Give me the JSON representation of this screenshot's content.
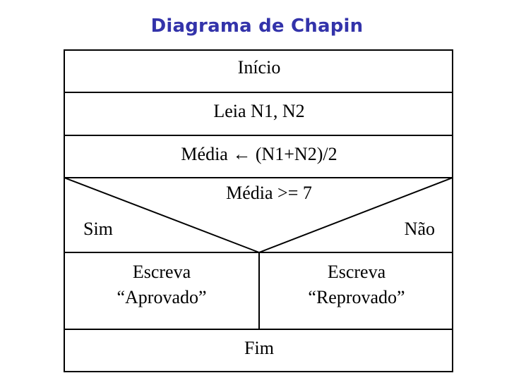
{
  "title": "Diagrama de Chapin",
  "blocks": {
    "start": "Início",
    "read": "Leia N1, N2",
    "assign": "Média ← (N1+N2)/2",
    "decision": {
      "condition": "Média >= 7",
      "yes_label": "Sim",
      "no_label": "Não"
    },
    "yes_branch": {
      "line1": "Escreva",
      "line2": "“Aprovado”"
    },
    "no_branch": {
      "line1": "Escreva",
      "line2": "“Reprovado”"
    },
    "end": "Fim"
  }
}
